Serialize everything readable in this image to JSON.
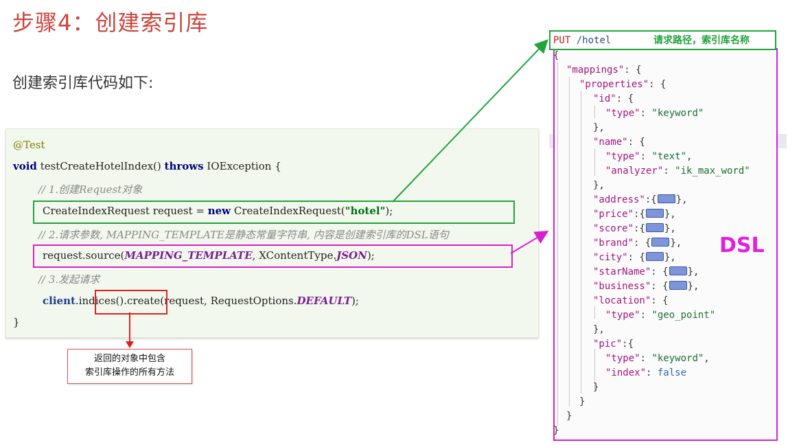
{
  "title": "步骤4：创建索引库",
  "subtitle": "创建索引库代码如下:",
  "code": {
    "annotation": "@Test",
    "line1_kw_void": "void",
    "line1_method": " testCreateHotelIndex() ",
    "line1_kw_throws": "throws",
    "line1_rest": " IOException {",
    "comment1": "// 1.创建Request对象",
    "line3_a": "CreateIndexRequest request = ",
    "line3_kw_new": "new",
    "line3_b": " CreateIndexRequest(",
    "line3_str": "\"hotel\"",
    "line3_c": ");",
    "comment2": "// 2.请求参数, MAPPING_TEMPLATE是静态常量字符串, 内容是创建索引库的DSL语句",
    "line5_a": "request.source(",
    "line5_const": "MAPPING_TEMPLATE",
    "line5_b": ", XContentType.",
    "line5_json": "JSON",
    "line5_c": ");",
    "comment3": "// 3.发起请求",
    "line7_client": "client",
    "line7_a": ".indices().create(request, RequestOptions.",
    "line7_default": "DEFAULT",
    "line7_c": ");",
    "close_brace": "}"
  },
  "note": {
    "line1": "返回的对象中包含",
    "line2": "索引库操作的所有方法"
  },
  "dsl": {
    "put": "PUT",
    "path": " /hotel",
    "put_label": "请求路径，索引库名称",
    "big_label": "DSL",
    "l_open": "{",
    "mappings": "\"mappings\"",
    "properties": "\"properties\"",
    "id": "\"id\"",
    "type": "\"type\"",
    "keyword": "\"keyword\"",
    "name": "\"name\"",
    "text": "\"text\"",
    "analyzer": "\"analyzer\"",
    "ik_max_word": "\"ik_max_word\"",
    "address": "\"address\"",
    "price": "\"price\"",
    "score": "\"score\"",
    "brand": "\"brand\"",
    "city": "\"city\"",
    "starName": "\"starName\"",
    "business": "\"business\"",
    "location": "\"location\"",
    "geo_point": "\"geo_point\"",
    "pic": "\"pic\"",
    "index": "\"index\"",
    "false": "false"
  },
  "colors": {
    "title_red": "#c8463e",
    "green_box": "#1fa33a",
    "pink_box": "#d51fd3",
    "red_box": "#e02020"
  }
}
